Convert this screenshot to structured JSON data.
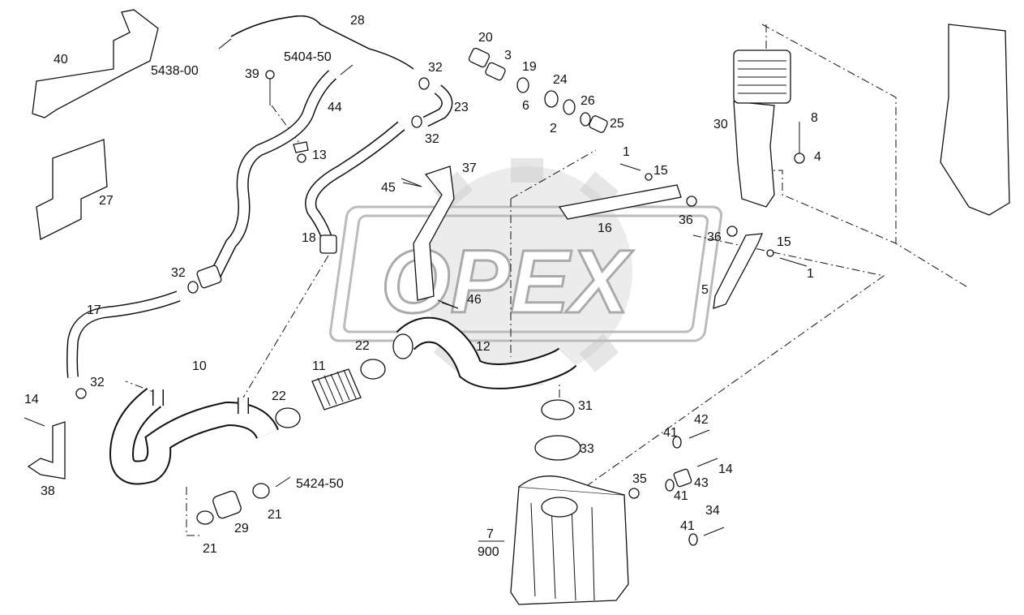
{
  "watermark": {
    "text": "OPEX"
  },
  "labels": {
    "p1a": "1",
    "p1b": "1",
    "p2": "2",
    "p3": "3",
    "p4": "4",
    "p5": "5",
    "p6": "6",
    "p7": "7",
    "p900": "900",
    "p8": "8",
    "p10": "10",
    "p11": "11",
    "p12": "12",
    "p13": "13",
    "p14a": "14",
    "p14b": "14",
    "p15a": "15",
    "p15b": "15",
    "p16": "16",
    "p17": "17",
    "p18": "18",
    "p19": "19",
    "p20": "20",
    "p21a": "21",
    "p21b": "21",
    "p22a": "22",
    "p22b": "22",
    "p23": "23",
    "p24": "24",
    "p25": "25",
    "p26": "26",
    "p27": "27",
    "p28": "28",
    "p29": "29",
    "p30": "30",
    "p31": "31",
    "p32a": "32",
    "p32b": "32",
    "p32c": "32",
    "p32d": "32",
    "p33": "33",
    "p34": "34",
    "p35": "35",
    "p36a": "36",
    "p36b": "36",
    "p37": "37",
    "p38": "38",
    "p39": "39",
    "p40": "40",
    "p41a": "41",
    "p41b": "41",
    "p41c": "41",
    "p42": "42",
    "p43": "43",
    "p44": "44",
    "p45": "45",
    "p46": "46"
  },
  "references": {
    "r5438": "5438-00",
    "r5404": "5404-50",
    "r5424": "5424-50"
  }
}
